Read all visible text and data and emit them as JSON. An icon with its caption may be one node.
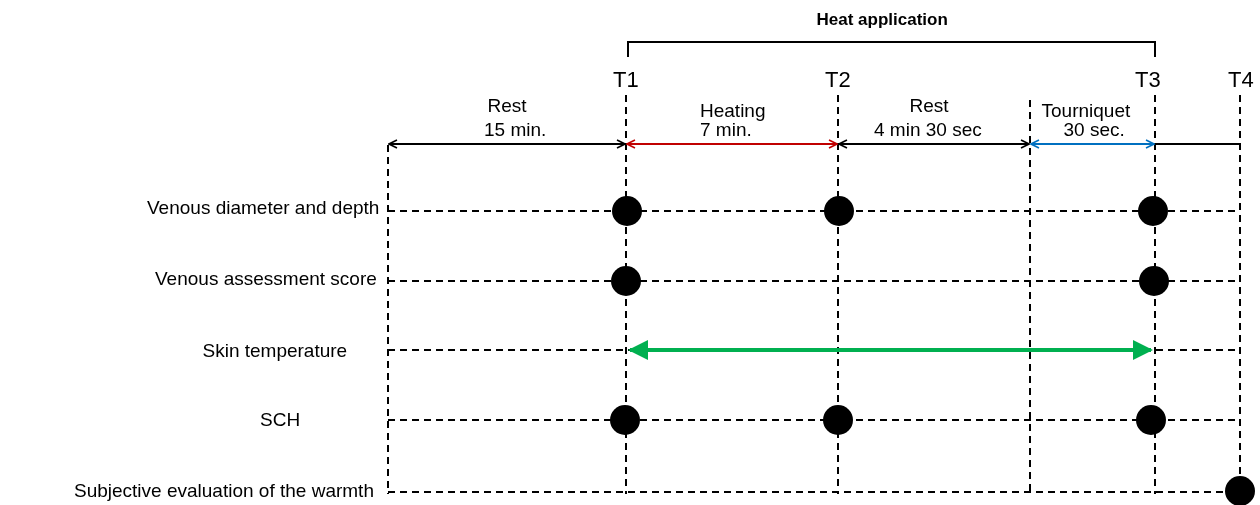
{
  "diagram": {
    "nodes": [
      {
        "text": [],
        "shape": "circle"
      },
      {
        "text": [],
        "shape": "circle"
      },
      {
        "text": [],
        "shape": "circle"
      },
      {
        "text": [],
        "shape": "circle"
      },
      {
        "text": [],
        "shape": "circle"
      },
      {
        "text": [],
        "shape": "circle"
      },
      {
        "text": [],
        "shape": "circle"
      },
      {
        "text": [],
        "shape": "circle"
      },
      {
        "text": [],
        "shape": "circle"
      }
    ],
    "labels": [
      "Heat application",
      "T1",
      "T2",
      "T3",
      "T4",
      "Rest",
      "15 min.",
      "Heating",
      "7 min.",
      "Rest",
      "4 min 30 sec",
      "Tourniquet",
      "30 sec.",
      "Venous diameter and depth",
      "Venous assessment score",
      "Skin temperature",
      "SCH",
      "Subjective evaluation of the warmth"
    ]
  }
}
